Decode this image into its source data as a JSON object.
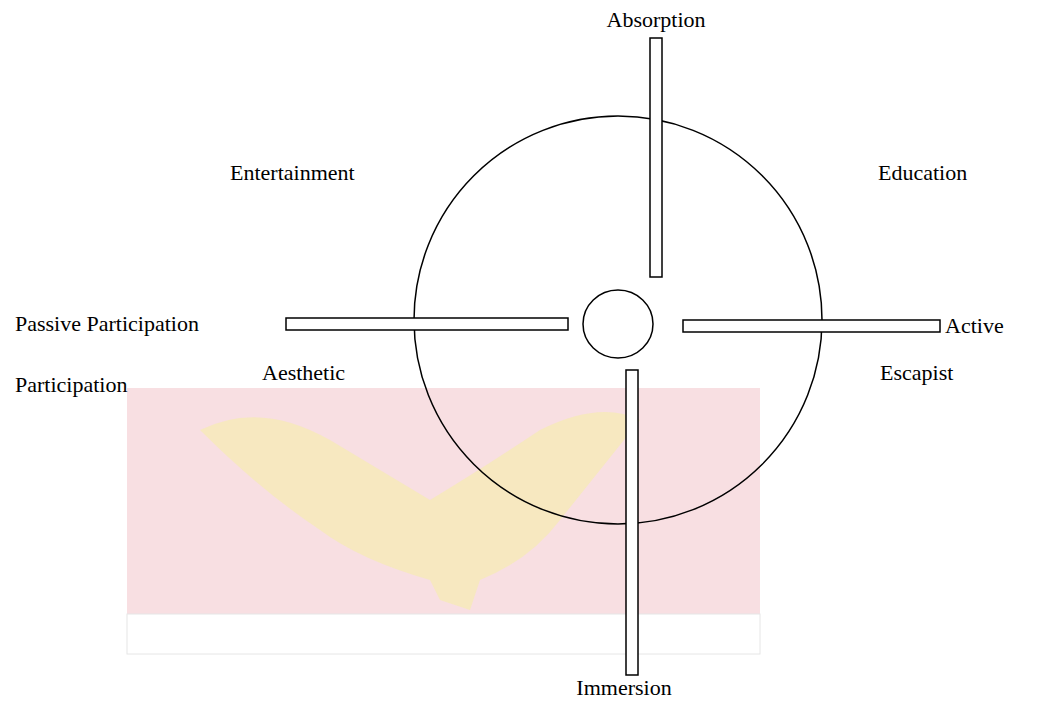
{
  "diagram": {
    "labels": [
      "Absorption",
      "Entertainment",
      "Education",
      "Passive Participation",
      "Active",
      "Participation",
      "Aesthetic",
      "Escapist",
      "Immersion"
    ]
  }
}
